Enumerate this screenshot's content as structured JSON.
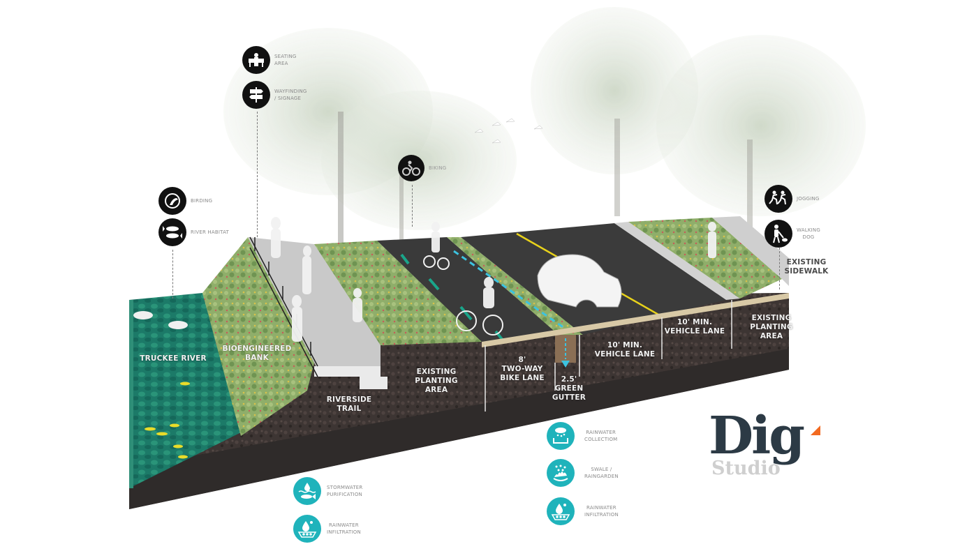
{
  "diagram": {
    "title": "Riverside green street section diagram",
    "colors": {
      "river": "#1d7a66",
      "soil": "#3d3533",
      "asphalt": "#3a3a3a",
      "bike_lane_marking": "#1aa58a",
      "gutter_arrow": "#3cc3e0",
      "center_line": "#e8d21b",
      "icon_teal": "#1fb3bb",
      "icon_black": "#111111",
      "logo_dark": "#2c3a45",
      "logo_accent": "#f26a21",
      "logo_light": "#cfcfcf"
    },
    "section_labels": [
      {
        "id": "truckee-river",
        "text": "TRUCKEE RIVER"
      },
      {
        "id": "bioengineered-bank",
        "text": "BIOENGINEERED\nBANK"
      },
      {
        "id": "riverside-trail",
        "text": "RIVERSIDE\nTRAIL"
      },
      {
        "id": "existing-planting-area-1",
        "text": "EXISTING\nPLANTING\nAREA"
      },
      {
        "id": "two-way-bike-lane",
        "text": "8'\nTWO-WAY\nBIKE LANE"
      },
      {
        "id": "green-gutter",
        "text": "2.5'\nGREEN\nGUTTER"
      },
      {
        "id": "vehicle-lane-1",
        "text": "10' MIN.\nVEHICLE LANE"
      },
      {
        "id": "vehicle-lane-2",
        "text": "10' MIN.\nVEHICLE LANE"
      },
      {
        "id": "existing-planting-area-2",
        "text": "EXISTING\nPLANTING\nAREA"
      },
      {
        "id": "existing-sidewalk",
        "text": "EXISTING\nSIDEWALK"
      }
    ],
    "activity_icons": [
      {
        "id": "seating-area",
        "icon": "bench-person-icon",
        "text": "SEATING\nAREA"
      },
      {
        "id": "wayfinding-signage",
        "icon": "signpost-icon",
        "text": "WAYFINDING\n/ SIGNAGE"
      },
      {
        "id": "birding",
        "icon": "bird-icon",
        "text": "BIRDING"
      },
      {
        "id": "river-habitat",
        "icon": "fish-icon",
        "text": "RIVER HABITAT"
      },
      {
        "id": "biking",
        "icon": "cyclist-icon",
        "text": "BIKING"
      },
      {
        "id": "jogging",
        "icon": "joggers-icon",
        "text": "JOGGING"
      },
      {
        "id": "walking-dog",
        "icon": "dog-walker-icon",
        "text": "WALKING\nDOG"
      }
    ],
    "water_icons": [
      {
        "id": "stormwater-purification",
        "icon": "drop-fish-icon",
        "text": "STORMWATER\nPURIFICATION"
      },
      {
        "id": "rainwater-infiltration-1",
        "icon": "drop-soil-icon",
        "text": "RAINWATER\nINFILTRATION"
      },
      {
        "id": "rainwater-collection",
        "icon": "cloud-basin-icon",
        "text": "RAINWATER\nCOLLECTIOM"
      },
      {
        "id": "swale-raingarden",
        "icon": "rain-plants-icon",
        "text": "SWALE /\nRAINGARDEN"
      },
      {
        "id": "rainwater-infiltration-2",
        "icon": "drop-soil-icon",
        "text": "RAINWATER\nINFILTRATION"
      }
    ],
    "logo": {
      "primary": "Dig",
      "secondary": "Studio"
    }
  }
}
